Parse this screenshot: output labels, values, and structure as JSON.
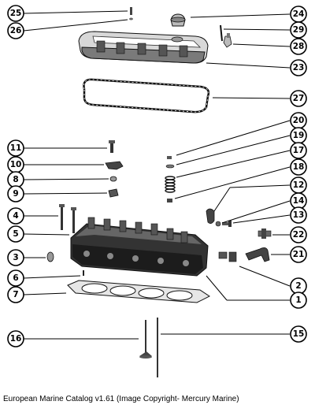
{
  "caption": "European Marine Catalog v1.61 (Image Copyright- Mercury Marine)",
  "callouts": [
    {
      "number": "25"
    },
    {
      "number": "26"
    },
    {
      "number": "24"
    },
    {
      "number": "29"
    },
    {
      "number": "28"
    },
    {
      "number": "23"
    },
    {
      "number": "27"
    },
    {
      "number": "20"
    },
    {
      "number": "19"
    },
    {
      "number": "17"
    },
    {
      "number": "18"
    },
    {
      "number": "11"
    },
    {
      "number": "10"
    },
    {
      "number": "8"
    },
    {
      "number": "9"
    },
    {
      "number": "12"
    },
    {
      "number": "14"
    },
    {
      "number": "13"
    },
    {
      "number": "4"
    },
    {
      "number": "22"
    },
    {
      "number": "5"
    },
    {
      "number": "21"
    },
    {
      "number": "3"
    },
    {
      "number": "6"
    },
    {
      "number": "2"
    },
    {
      "number": "7"
    },
    {
      "number": "1"
    },
    {
      "number": "16"
    },
    {
      "number": "15"
    }
  ],
  "colors": {
    "ink": "#111111",
    "casting": "#3a3a3a",
    "background": "#ffffff"
  }
}
